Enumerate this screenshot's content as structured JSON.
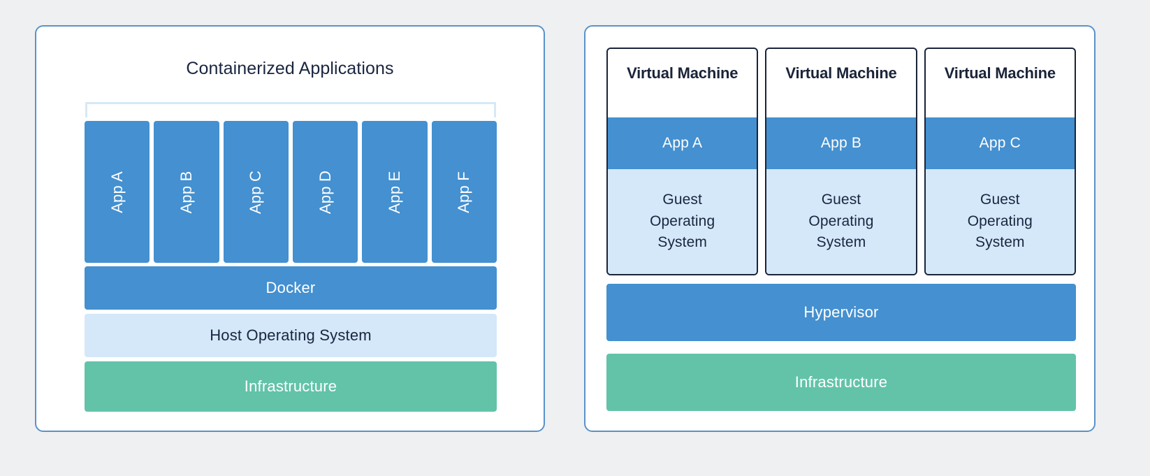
{
  "background_color": "#eff0f2",
  "colors": {
    "panel_border": "#5a92c8",
    "blue": "#4490d0",
    "light_blue": "#d4e8f9",
    "green": "#62c3a9",
    "navy_text": "#1a2540",
    "vm_border": "#1a2438",
    "bracket": "#d7e9f7"
  },
  "left_panel": {
    "title": "Containerized Applications",
    "apps": [
      {
        "label": "App A"
      },
      {
        "label": "App B"
      },
      {
        "label": "App C"
      },
      {
        "label": "App D"
      },
      {
        "label": "App E"
      },
      {
        "label": "App F"
      }
    ],
    "layers": [
      {
        "label": "Docker"
      },
      {
        "label": "Host Operating System"
      },
      {
        "label": "Infrastructure"
      }
    ]
  },
  "right_panel": {
    "vms": [
      {
        "title": "Virtual Machine",
        "app": "App A",
        "guest_os": "Guest\nOperating\nSystem"
      },
      {
        "title": "Virtual Machine",
        "app": "App B",
        "guest_os": "Guest\nOperating\nSystem"
      },
      {
        "title": "Virtual Machine",
        "app": "App C",
        "guest_os": "Guest\nOperating\nSystem"
      }
    ],
    "layers": [
      {
        "label": "Hypervisor"
      },
      {
        "label": "Infrastructure"
      }
    ]
  }
}
